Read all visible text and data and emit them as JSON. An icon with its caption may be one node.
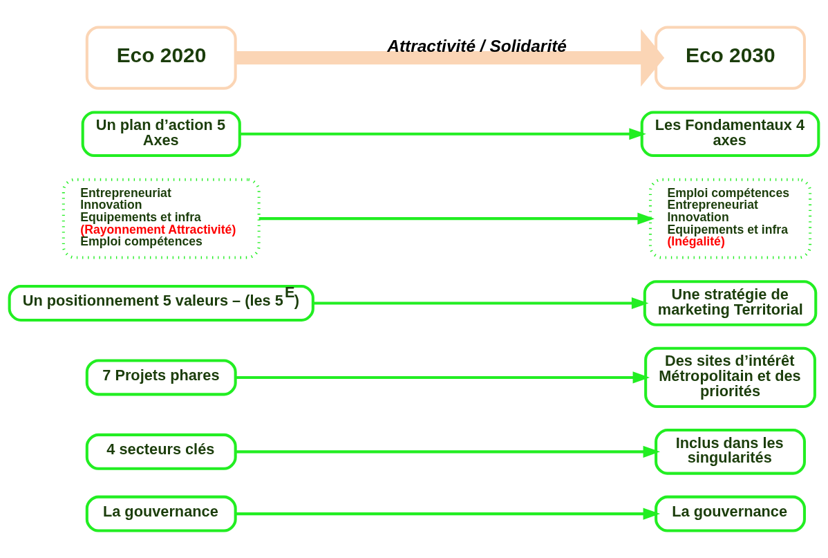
{
  "diagram": {
    "nodes": [
      {
        "text": [
          "Eco 2020"
        ]
      },
      {
        "text": [
          "Eco 2030"
        ]
      },
      {
        "text": [
          "Un plan d’action 5 Axes"
        ]
      },
      {
        "text": [
          "Les Fondamentaux 4 axes"
        ]
      },
      {
        "text": [
          "Entrepreneuriat",
          "Innovation",
          "Equipements et infra",
          "(Rayonnement Attractivité)",
          "Emploi compétences"
        ]
      },
      {
        "text": [
          "Emploi compétences",
          "Entrepreneuriat",
          "Innovation",
          "Equipements et infra",
          "(Inégalité)"
        ]
      },
      {
        "text": [
          "Un positionnement 5 valeurs – (les 5$^{E}$)"
        ]
      },
      {
        "text": [
          "Une stratégie de marketing Territorial"
        ]
      },
      {
        "text": [
          "7 Projets phares"
        ]
      },
      {
        "text": [
          "Des sites d’intérêt Métropolitain et des priorités"
        ]
      },
      {
        "text": [
          "4 secteurs clés"
        ]
      },
      {
        "text": [
          "Inclus dans les singularités"
        ]
      },
      {
        "text": [
          "La gouvernance"
        ]
      },
      {
        "text": [
          "La gouvernance"
        ]
      }
    ],
    "edges": [
      {
        "from": 0,
        "to": 1,
        "arrow": "to",
        "label": "Attractivité / Solidarité",
        "style": "thick",
        "color": "#fbd5b5"
      },
      {
        "from": 2,
        "to": 3,
        "arrow": "to"
      },
      {
        "from": 4,
        "to": 5,
        "arrow": "to"
      },
      {
        "from": 6,
        "to": 7,
        "arrow": "to"
      },
      {
        "from": 8,
        "to": 9,
        "arrow": "to"
      },
      {
        "from": 10,
        "to": 11,
        "arrow": "to"
      },
      {
        "from": 12,
        "to": 13,
        "arrow": "to"
      }
    ]
  }
}
